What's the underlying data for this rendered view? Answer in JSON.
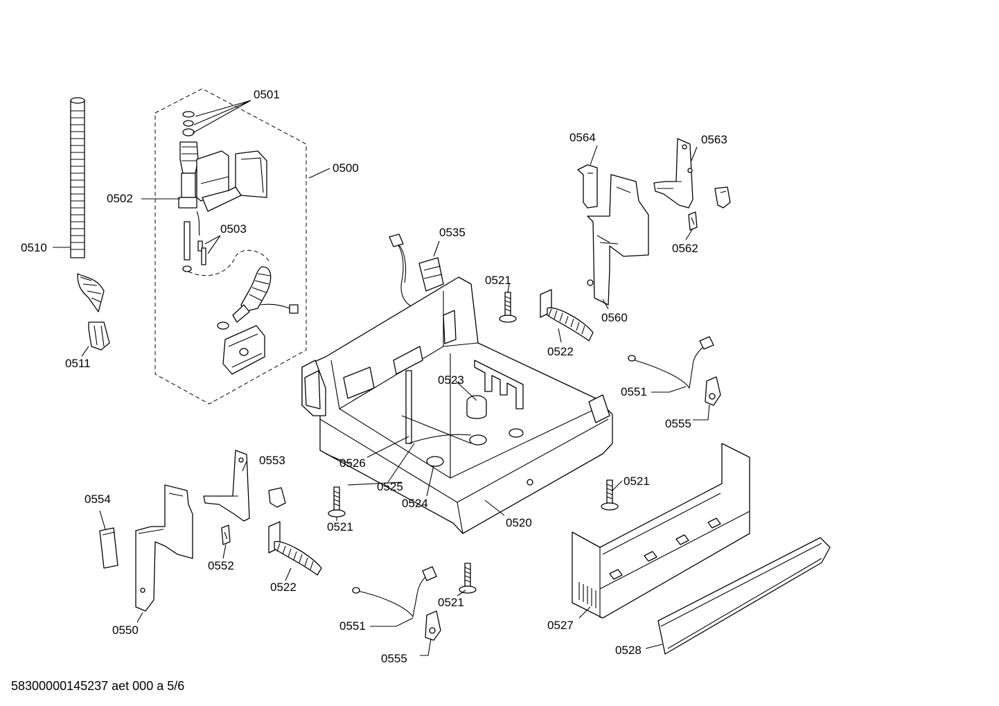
{
  "labels": {
    "p0500": "0500",
    "p0501": "0501",
    "p0502": "0502",
    "p0503": "0503",
    "p0510": "0510",
    "p0511": "0511",
    "p0520": "0520",
    "p0521a": "0521",
    "p0521b": "0521",
    "p0521c": "0521",
    "p0521d": "0521",
    "p0522a": "0522",
    "p0522b": "0522",
    "p0523": "0523",
    "p0524": "0524",
    "p0525": "0525",
    "p0526": "0526",
    "p0527": "0527",
    "p0528": "0528",
    "p0535": "0535",
    "p0550": "0550",
    "p0551a": "0551",
    "p0551b": "0551",
    "p0552": "0552",
    "p0553": "0553",
    "p0554": "0554",
    "p0555a": "0555",
    "p0555b": "0555",
    "p0560": "0560",
    "p0562": "0562",
    "p0563": "0563",
    "p0564": "0564"
  },
  "footer": "58300000145237 aet 000 a 5/6"
}
